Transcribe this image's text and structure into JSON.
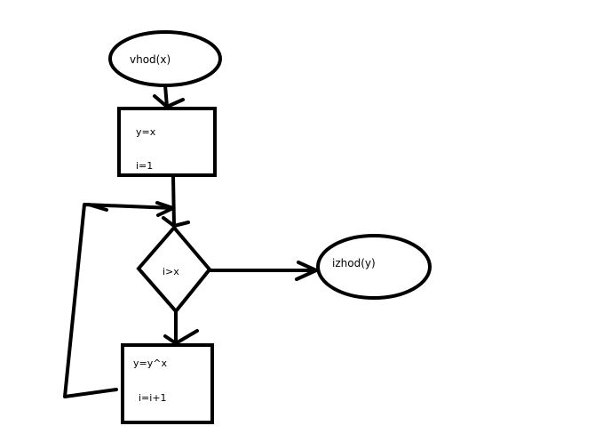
{
  "nodes": {
    "start": {
      "label": "vhod(x)"
    },
    "init": {
      "line1": "y=x",
      "line2": "i=1"
    },
    "decision": {
      "label": "i>x"
    },
    "end": {
      "label": "izhod(y)"
    },
    "loop_body": {
      "line1": "y=y^x",
      "line2": "i=i+1"
    }
  },
  "colors": {
    "stroke": "#000000",
    "background": "#ffffff"
  }
}
